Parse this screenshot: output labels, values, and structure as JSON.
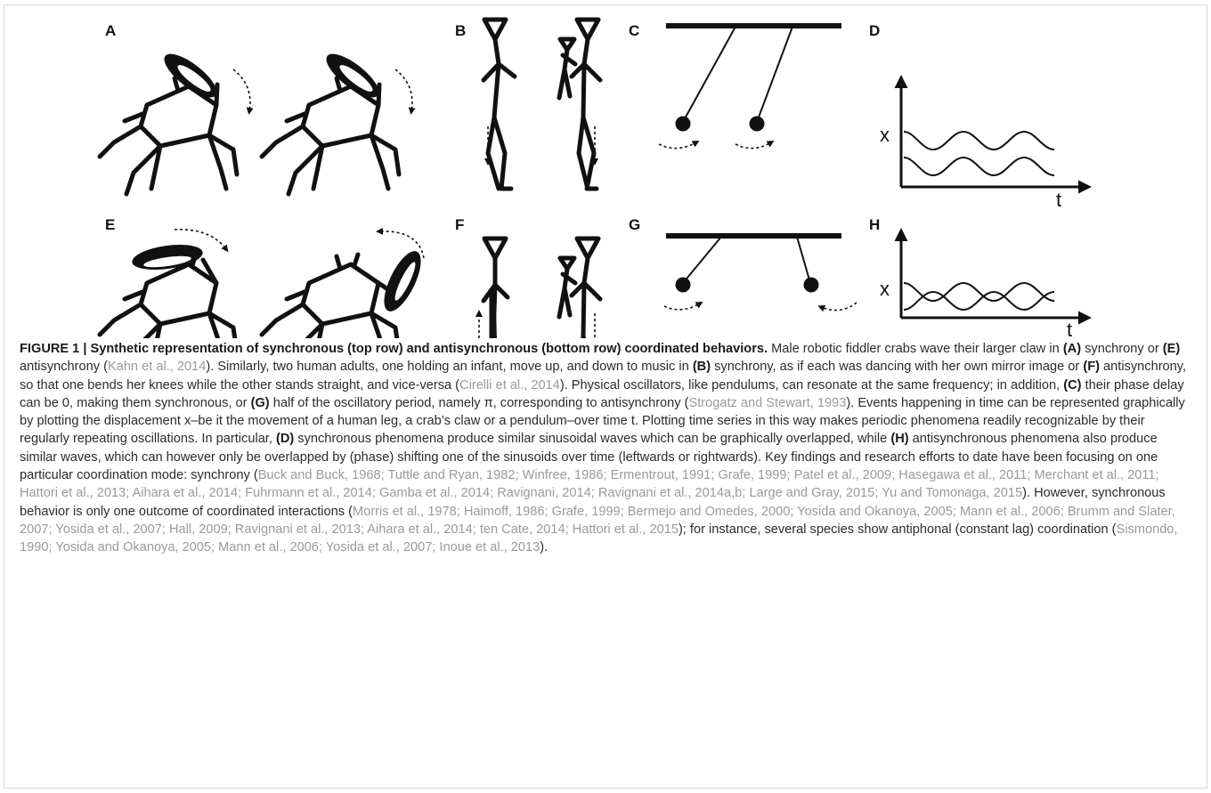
{
  "panels": {
    "A": "A",
    "B": "B",
    "C": "C",
    "D": "D",
    "E": "E",
    "F": "F",
    "G": "G",
    "H": "H"
  },
  "axes": {
    "x": "x",
    "t": "t"
  },
  "caption": {
    "title": "FIGURE 1 | Synthetic representation of synchronous (top row) and antisynchronous (bottom row) coordinated behaviors.",
    "segments": [
      {
        "t": " Male robotic fiddler crabs wave their larger claw in "
      },
      {
        "t": "(A)",
        "s": "b"
      },
      {
        "t": " synchrony or "
      },
      {
        "t": "(E)",
        "s": "b"
      },
      {
        "t": " antisynchrony ("
      },
      {
        "t": "Kahn et al., 2014",
        "s": "ref"
      },
      {
        "t": "). Similarly, two human adults, one holding an infant, move up, and down to music in "
      },
      {
        "t": "(B)",
        "s": "b"
      },
      {
        "t": " synchrony, as if each was dancing with her own mirror image or "
      },
      {
        "t": "(F)",
        "s": "b"
      },
      {
        "t": " antisynchrony, so that one bends her knees while the other stands straight, and vice-versa ("
      },
      {
        "t": "Cirelli et al., 2014",
        "s": "ref"
      },
      {
        "t": "). Physical oscillators, like pendulums, can resonate at the same frequency; in addition, "
      },
      {
        "t": "(C)",
        "s": "b"
      },
      {
        "t": " their phase delay can be 0, making them synchronous, or "
      },
      {
        "t": "(G)",
        "s": "b"
      },
      {
        "t": " half of the oscillatory period, namely π, corresponding to antisynchrony ("
      },
      {
        "t": "Strogatz and Stewart, 1993",
        "s": "ref"
      },
      {
        "t": "). Events happening in time can be represented graphically by plotting the displacement x–be it the movement of a human leg, a crab’s claw or a pendulum–over time t. Plotting time series in this way makes periodic phenomena readily recognizable by their regularly repeating oscillations. In particular, "
      },
      {
        "t": "(D)",
        "s": "b"
      },
      {
        "t": " synchronous phenomena produce similar sinusoidal waves which can be graphically overlapped, while "
      },
      {
        "t": "(H)",
        "s": "b"
      },
      {
        "t": " antisynchronous phenomena also produce similar waves, which can however only be overlapped by (phase) shifting one of the sinusoids over time (leftwards or rightwards). Key findings and research efforts to date have been focusing on one particular coordination mode: synchrony ("
      },
      {
        "t": "Buck and Buck, 1968; Tuttle and Ryan, 1982; Winfree, 1986; Ermentrout, 1991; Grafe, 1999; Patel et al., 2009; Hasegawa et al., 2011; Merchant et al., 2011; Hattori et al., 2013; Aihara et al., 2014; Fuhrmann et al., 2014; Gamba et al., 2014; Ravignani, 2014; Ravignani et al., 2014a,b; Large and Gray, 2015; Yu and Tomonaga, 2015",
        "s": "ref"
      },
      {
        "t": "). However, synchronous behavior is only one outcome of coordinated interactions ("
      },
      {
        "t": "Morris et al., 1978; Haimoff, 1986; Grafe, 1999; Bermejo and Omedes, 2000; Yosida and Okanoya, 2005; Mann et al., 2006; Brumm and Slater, 2007; Yosida et al., 2007; Hall, 2009; Ravignani et al., 2013; Aihara et al., 2014; ten Cate, 2014; Hattori et al., 2015",
        "s": "ref"
      },
      {
        "t": "); for instance, several species show antiphonal (constant lag) coordination ("
      },
      {
        "t": "Sismondo, 1990; Yosida and Okanoya, 2005; Mann et al., 2006; Yosida et al., 2007; Inoue et al., 2013",
        "s": "ref"
      },
      {
        "t": ")."
      }
    ]
  }
}
